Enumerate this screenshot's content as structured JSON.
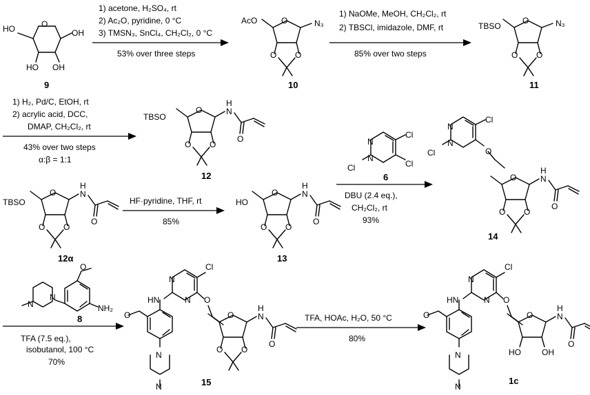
{
  "compounds": {
    "c9": "9",
    "c10": "10",
    "c11": "11",
    "c12": "12",
    "c12a": "12α",
    "c13": "13",
    "c6": "6",
    "c14": "14",
    "c8": "8",
    "c15": "15",
    "c1c": "1c"
  },
  "steps": {
    "s1": {
      "l1": "1) acetone, H₂SO₄, rt",
      "l2": "2) Ac₂O, pyridine, 0 °C",
      "l3": "3) TMSN₃, SnCl₄, CH₂Cl₂, 0 °C",
      "yield": "53% over three steps"
    },
    "s2": {
      "l1": "1) NaOMe, MeOH, CH₂Cl₂, rt",
      "l2": "2) TBSCl, imidazole, DMF, rt",
      "yield": "85% over two steps"
    },
    "s3": {
      "l1": "1) H₂, Pd/C, EtOH, rt",
      "l2": "2) acrylic acid, DCC,",
      "l3": "DMAP, CH₂Cl₂, rt",
      "yield": "43% over two steps",
      "ratio": "α:β = 1:1"
    },
    "s4": {
      "l1": "HF·pyridine, THF, rt",
      "yield": "85%"
    },
    "s5": {
      "l1": "DBU (2.4 eq.),",
      "l2": "CH₂Cl₂, rt",
      "yield": "93%"
    },
    "s6": {
      "l1": "TFA (7.5 eq.),",
      "l2": "isobutanol, 100 °C",
      "yield": "70%"
    },
    "s7": {
      "l1": "TFA, HOAc, H₂O, 50 °C",
      "yield": "80%"
    }
  },
  "atoms": {
    "HO": "HO",
    "OH": "OH",
    "O": "O",
    "N": "N",
    "N3": "N₃",
    "NH2": "NH₂",
    "H": "H",
    "HN": "HN",
    "AcO": "AcO",
    "TBSO": "TBSO",
    "Cl": "Cl"
  }
}
